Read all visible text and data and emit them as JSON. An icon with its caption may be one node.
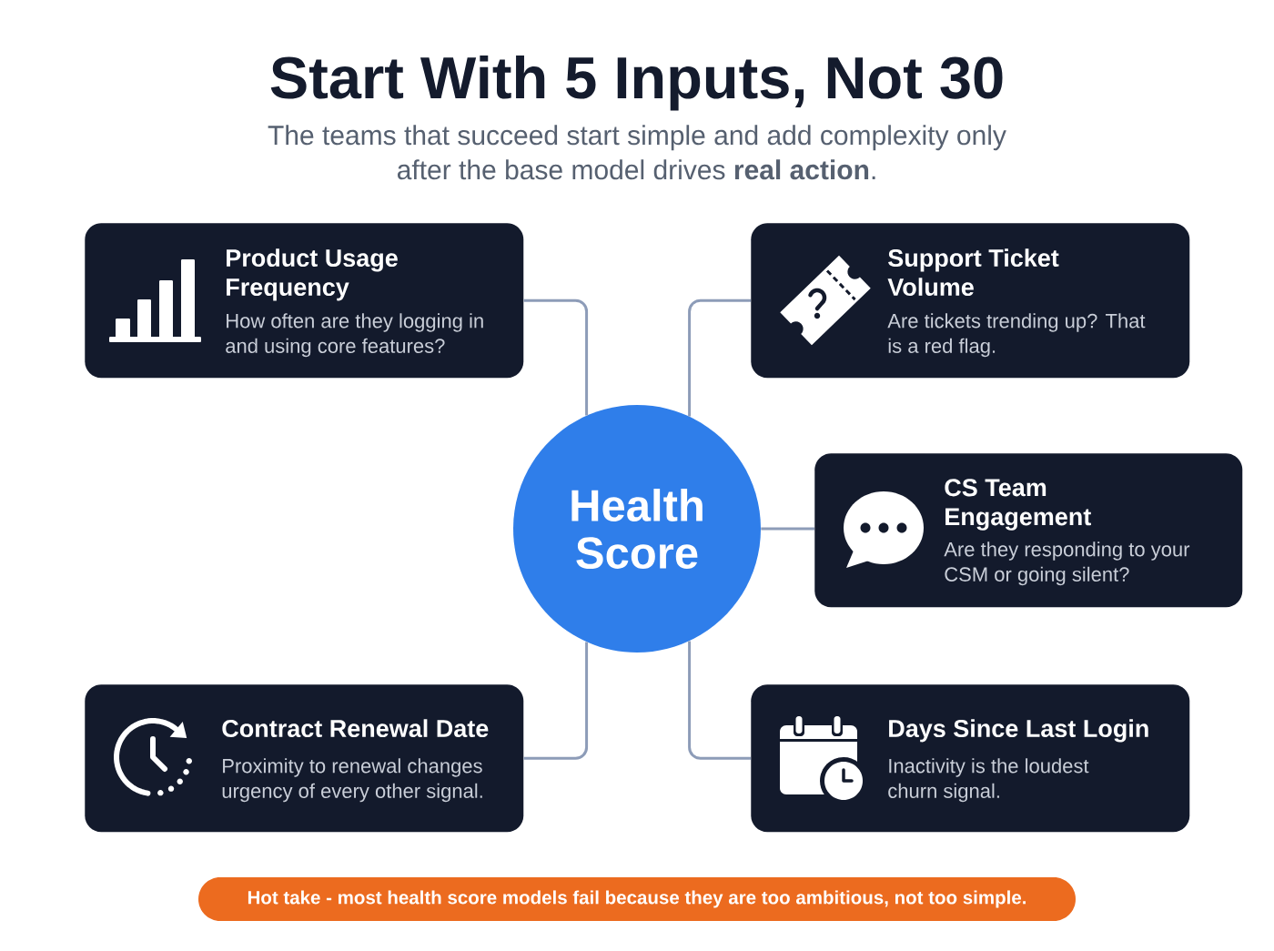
{
  "diagram": {
    "title": "Start With 5 Inputs, Not 30",
    "nodes": [
      {
        "text": [
          "Product Usage Frequency",
          "How often are they logging in and using core features?"
        ]
      },
      {
        "text": [
          "Support Ticket Volume",
          "Are tickets trending up? That is a red flag."
        ]
      },
      {
        "text": [
          "Health Score"
        ]
      },
      {
        "text": [
          "CS Team Engagement",
          "Are they responding to your CSM or going silent?"
        ]
      },
      {
        "text": [
          "Contract Renewal Date",
          "Proximity to renewal changes urgency of every other signal."
        ]
      },
      {
        "text": [
          "Days Since Last Login",
          "Inactivity is the loudest churn signal."
        ]
      },
      {
        "text": [
          "Hot take - most health score models fail because they are too ambitious, not too simple."
        ]
      }
    ],
    "edges": [
      {
        "from": 2,
        "to": 0,
        "arrow": "none"
      },
      {
        "from": 2,
        "to": 1,
        "arrow": "none"
      },
      {
        "from": 2,
        "to": 3,
        "arrow": "none"
      },
      {
        "from": 2,
        "to": 4,
        "arrow": "none"
      },
      {
        "from": 2,
        "to": 5,
        "arrow": "none"
      }
    ],
    "labels": [
      "The teams that succeed start simple and add complexity only after the base model drives **real action**."
    ]
  }
}
